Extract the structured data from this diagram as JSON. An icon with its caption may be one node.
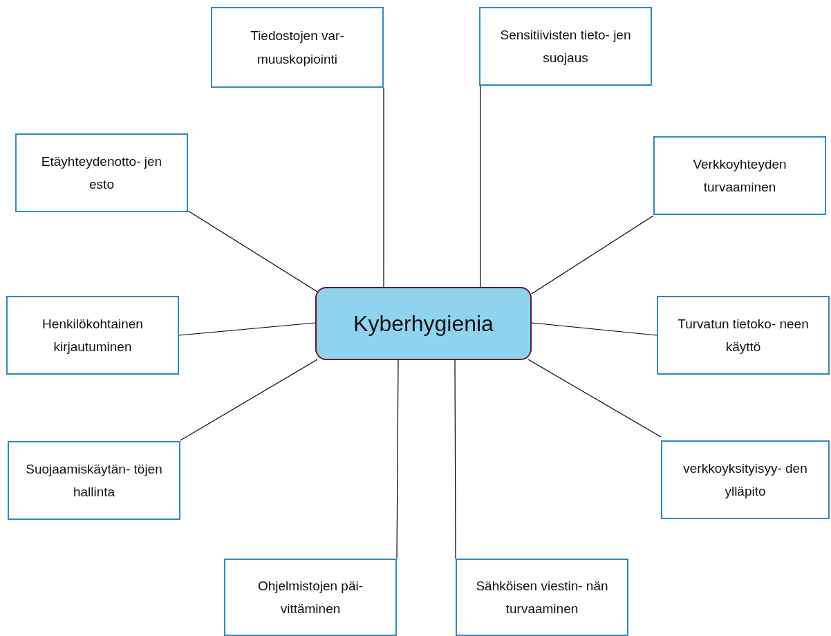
{
  "diagram": {
    "nodes": [
      {
        "text": [
          "Kyberhygienia"
        ]
      },
      {
        "text": [
          "Tiedostojen var- muuskopiointi"
        ]
      },
      {
        "text": [
          "Sensitiivisten tieto- jen suojaus"
        ]
      },
      {
        "text": [
          "Etäyhteydenotto- jen esto"
        ]
      },
      {
        "text": [
          "Verkkoyhteyden turvaaminen"
        ]
      },
      {
        "text": [
          "Henkilökohtainen kirjautuminen"
        ]
      },
      {
        "text": [
          "Turvatun tietoko- neen käyttö"
        ]
      },
      {
        "text": [
          "Suojaamiskäytän- töjen hallinta"
        ]
      },
      {
        "text": [
          "verkkoyksityisyy- den ylläpito"
        ]
      },
      {
        "text": [
          "Ohjelmistojen päi- vittäminen"
        ]
      },
      {
        "text": [
          "Sähköisen viestin- nän turvaaminen"
        ]
      }
    ],
    "edges": [
      {
        "from": 0,
        "to": 1,
        "arrow": "none"
      },
      {
        "from": 0,
        "to": 2,
        "arrow": "none"
      },
      {
        "from": 0,
        "to": 3,
        "arrow": "none"
      },
      {
        "from": 0,
        "to": 4,
        "arrow": "none"
      },
      {
        "from": 0,
        "to": 5,
        "arrow": "none"
      },
      {
        "from": 0,
        "to": 6,
        "arrow": "none"
      },
      {
        "from": 0,
        "to": 7,
        "arrow": "none"
      },
      {
        "from": 0,
        "to": 8,
        "arrow": "none"
      },
      {
        "from": 0,
        "to": 9,
        "arrow": "none"
      },
      {
        "from": 0,
        "to": 10,
        "arrow": "none"
      }
    ]
  }
}
